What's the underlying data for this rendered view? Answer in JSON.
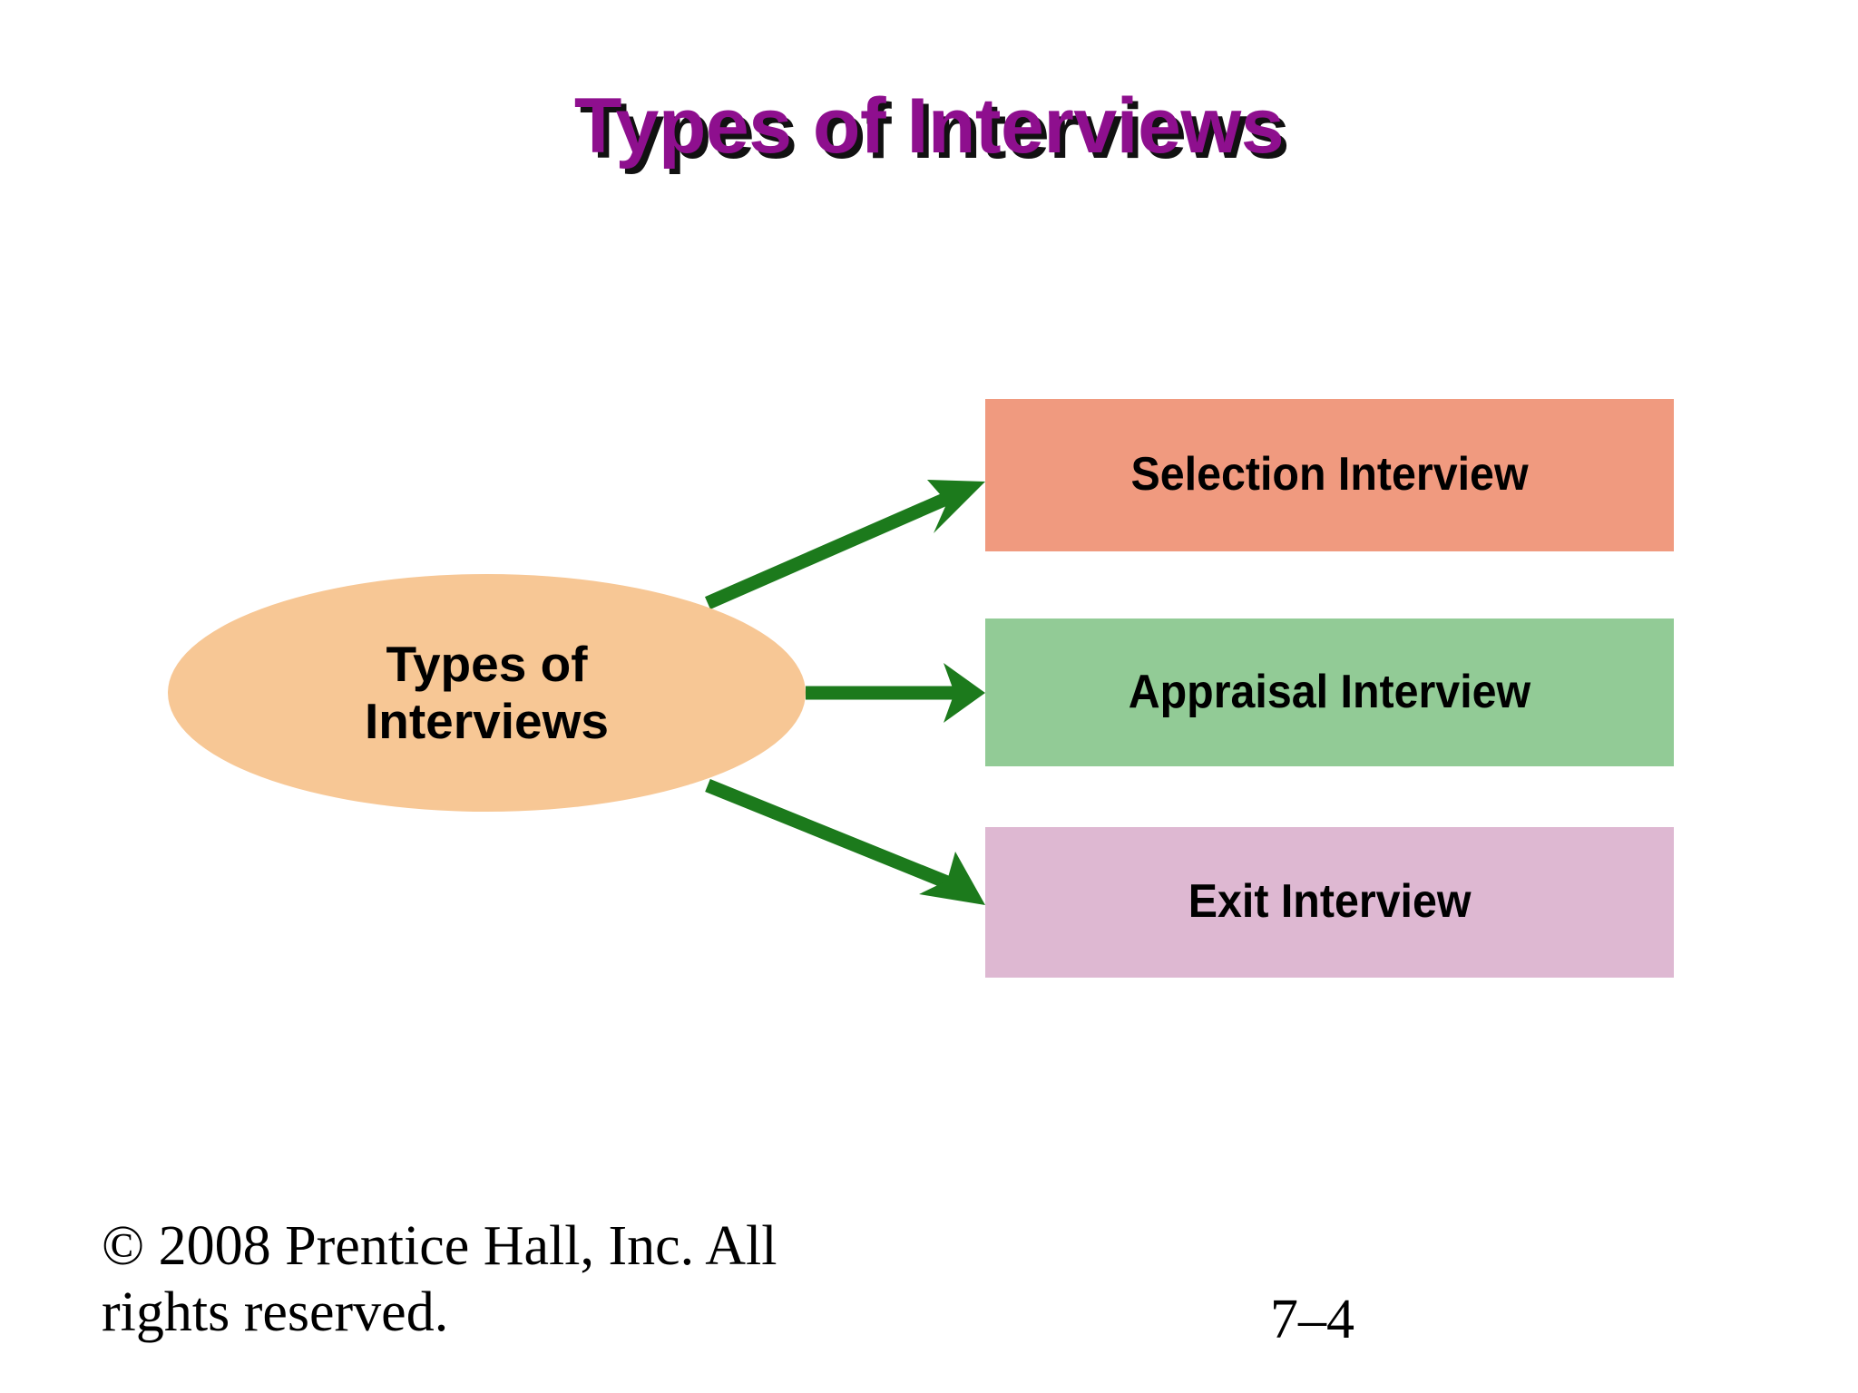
{
  "slide": {
    "title": "Types of Interviews",
    "title_color": "#8E0F8E",
    "background_color": "#FFFFFF"
  },
  "diagram": {
    "center_node": {
      "label": "Types of\nInterviews",
      "shape": "ellipse",
      "fill_color": "#F7C795",
      "text_color": "#000000"
    },
    "connector_color": "#1C7A1C",
    "branches": [
      {
        "name": "selection-interview",
        "label": "Selection Interview",
        "fill_color": "#F09A7F",
        "text_color": "#000000",
        "arrow": "arrow-to-selection"
      },
      {
        "name": "appraisal-interview",
        "label": "Appraisal Interview",
        "fill_color": "#92CB96",
        "text_color": "#000000",
        "arrow": "arrow-to-appraisal"
      },
      {
        "name": "exit-interview",
        "label": "Exit Interview",
        "fill_color": "#DEB8D2",
        "text_color": "#000000",
        "arrow": "arrow-to-exit"
      }
    ]
  },
  "footer": {
    "copyright": "© 2008 Prentice Hall, Inc. All rights reserved.",
    "page_number": "7–4"
  }
}
